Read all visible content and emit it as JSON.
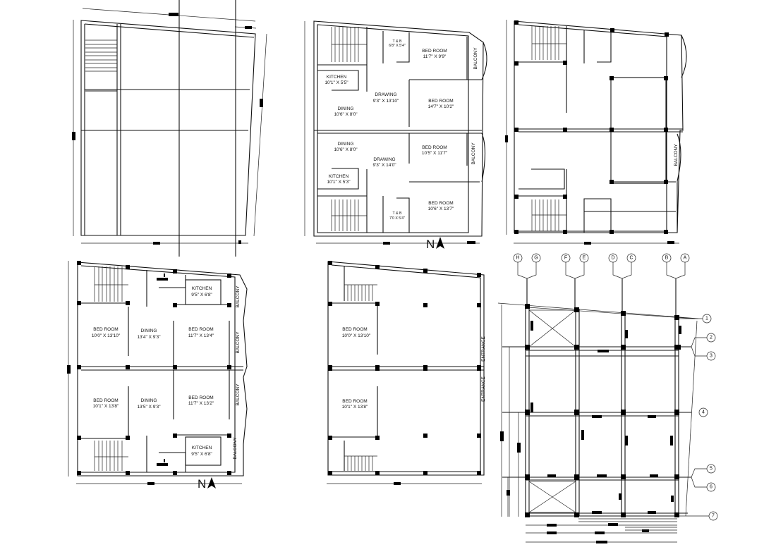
{
  "sheet": {
    "background": "#ffffff",
    "line_color": "#111111"
  },
  "plans": {
    "site_outline": {
      "title": ""
    },
    "first_floor": {
      "rooms": [
        {
          "name": "T & B",
          "size": "6'8\" X 5'4\""
        },
        {
          "name": "BED ROOM",
          "size": "11'7\" X 9'9\""
        },
        {
          "name": "KITCHEN",
          "size": "10'1\" X 5'5\""
        },
        {
          "name": "DRAWING",
          "size": "9'3\" X 13'10\""
        },
        {
          "name": "DINING",
          "size": "10'6\" X 8'0\""
        },
        {
          "name": "BED ROOM",
          "size": "14'7\" X 10'2\""
        },
        {
          "name": "DINING",
          "size": "10'6\" X 8'0\""
        },
        {
          "name": "DRAWING",
          "size": "9'3\" X 14'0\""
        },
        {
          "name": "BED ROOM",
          "size": "10'5\" X 11'7\""
        },
        {
          "name": "KITCHEN",
          "size": "10'1\" X 5'3\""
        },
        {
          "name": "BED ROOM",
          "size": "10'6\" X 13'7\""
        },
        {
          "name": "T & B",
          "size": "7'0 X 5'4\""
        }
      ],
      "balconies": [
        "BALCONY",
        "BALCONY"
      ],
      "north_label": "N"
    },
    "column_layout": {
      "balconies": [
        "BALCONY"
      ]
    },
    "ground_floor": {
      "rooms": [
        {
          "name": "KITCHEN",
          "size": "9'5\" X 6'8\""
        },
        {
          "name": "BED ROOM",
          "size": "10'0\" X 13'10\""
        },
        {
          "name": "DINING",
          "size": "13'4\" X 9'3\""
        },
        {
          "name": "BED ROOM",
          "size": "11'7\" X 13'4\""
        },
        {
          "name": "BED ROOM",
          "size": "10'1\" X 13'8\""
        },
        {
          "name": "DINING",
          "size": "13'5\" X 9'3\""
        },
        {
          "name": "BED ROOM",
          "size": "11'7\" X 13'2\""
        },
        {
          "name": "KITCHEN",
          "size": "9'5\" X 6'8\""
        }
      ],
      "balconies": [
        "BALCONY",
        "BALCONY",
        "BALCONY",
        "BALCONY"
      ],
      "north_label": "N"
    },
    "shop_floor": {
      "rooms": [
        {
          "name": "BED ROOM",
          "size": "10'0\" X 13'10\""
        },
        {
          "name": "BED ROOM",
          "size": "10'1\" X 13'8\""
        }
      ],
      "entrances": [
        "ENTRANCE",
        "ENTRANCE"
      ]
    },
    "structural_grid": {
      "column_tags": [
        "H",
        "G",
        "F",
        "E",
        "D",
        "C",
        "B",
        "A"
      ],
      "row_tags": [
        "1",
        "2",
        "3",
        "4",
        "5",
        "6",
        "7"
      ]
    }
  }
}
